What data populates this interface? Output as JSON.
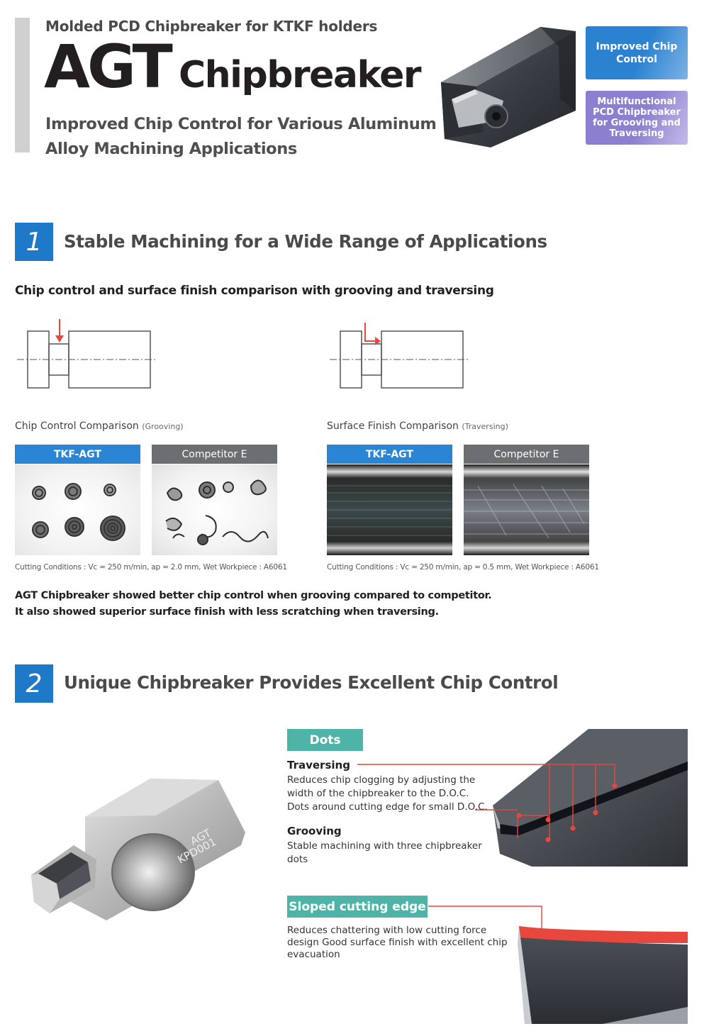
{
  "header": {
    "subtitle": "Molded PCD Chipbreaker for KTKF holders",
    "title_main": "AGT",
    "title_rest": "Chipbreaker",
    "tagline": "Improved Chip Control for Various Aluminum Alloy Machining Applications",
    "badges": [
      {
        "label": "Improved Chip Control",
        "color": "#2b82d1"
      },
      {
        "label": "Multifunctional PCD Chipbreaker for Grooving and Traversing",
        "color": "#8d7fd0"
      }
    ]
  },
  "section1": {
    "number": "1",
    "title": "Stable Machining for a Wide Range of Applications",
    "subtitle": "Chip control and surface finish comparison with grooving and traversing",
    "left": {
      "caption": "Chip Control Comparison",
      "caption_note": "(Grooving)",
      "labels": [
        "TKF-AGT",
        "Competitor E"
      ],
      "conditions": "Cutting Conditions : Vc = 250 m/min, ap = 2.0 mm,  Wet  Workpiece : A6061"
    },
    "right": {
      "caption": "Surface Finish Comparison",
      "caption_note": "(Traversing)",
      "labels": [
        "TKF-AGT",
        "Competitor E"
      ],
      "conditions": "Cutting Conditions : Vc = 250 m/min, ap = 0.5 mm,  Wet  Workpiece : A6061"
    },
    "summary_line1": "AGT Chipbreaker showed better chip control when grooving compared to competitor.",
    "summary_line2": "It also showed superior surface finish with less scratching when traversing."
  },
  "section2": {
    "number": "2",
    "title": "Unique Chipbreaker Provides Excellent Chip Control",
    "insert_marking_1": "AGT",
    "insert_marking_2": "KPD001",
    "dots_tag": "Dots",
    "traversing_heading": "Traversing",
    "traversing_text": "Reduces chip clogging by adjusting the width of the chipbreaker to the D.O.C. Dots around cutting edge for small D.O.C.",
    "grooving_heading": "Grooving",
    "grooving_text": "Stable machining with three chipbreaker dots",
    "sloped_tag": "Sloped cutting edge",
    "sloped_text": "Reduces chattering with low cutting force design Good surface finish with excellent chip evacuation"
  },
  "colors": {
    "section_blue": "#1f79c9",
    "label_blue": "#2a86d5",
    "label_gray": "#6d6e71",
    "teal": "#4fb4a8",
    "accent_red": "#e8473e"
  }
}
